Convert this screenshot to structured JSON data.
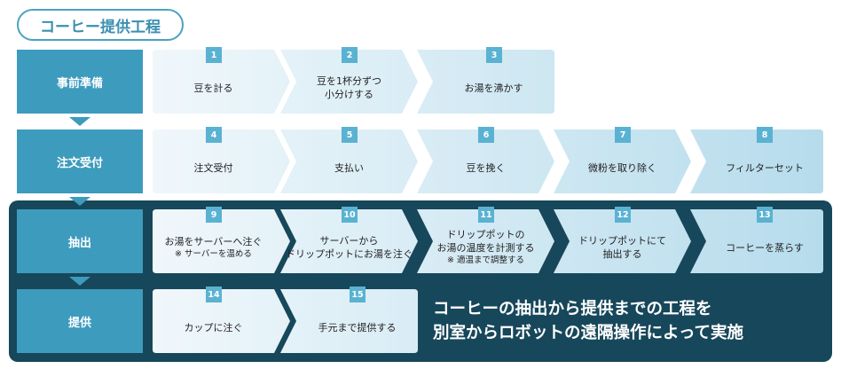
{
  "title": "コーヒー提供工程",
  "message": {
    "line1": "コーヒーの抽出から提供までの工程を",
    "line2": "別室からロボットの遠隔操作によって実施"
  },
  "colors": {
    "label_bg": "#3d9bbd",
    "badge_bg": "#5ab2d2",
    "dark_panel": "#17475a",
    "arrow_light": "#f0f7fb",
    "arrow_dark": "#b6dcec"
  },
  "phases": [
    {
      "label": "事前準備",
      "steps": [
        {
          "num": "1",
          "lines": [
            "豆を計る"
          ]
        },
        {
          "num": "2",
          "lines": [
            "豆を1杯分ずつ",
            "小分けする"
          ]
        },
        {
          "num": "3",
          "lines": [
            "お湯を沸かす"
          ]
        }
      ]
    },
    {
      "label": "注文受付",
      "steps": [
        {
          "num": "4",
          "lines": [
            "注文受付"
          ]
        },
        {
          "num": "5",
          "lines": [
            "支払い"
          ]
        },
        {
          "num": "6",
          "lines": [
            "豆を挽く"
          ]
        },
        {
          "num": "7",
          "lines": [
            "微粉を取り除く"
          ]
        },
        {
          "num": "8",
          "lines": [
            "フィルターセット"
          ]
        }
      ]
    },
    {
      "label": "抽出",
      "steps": [
        {
          "num": "9",
          "lines": [
            "お湯をサーバーへ注ぐ"
          ],
          "note": "※ サーバーを温める"
        },
        {
          "num": "10",
          "lines": [
            "サーバーから",
            "ドリップポットにお湯を注ぐ"
          ]
        },
        {
          "num": "11",
          "lines": [
            "ドリップポットの",
            "お湯の温度を計測する"
          ],
          "note": "※ 適温まで調整する"
        },
        {
          "num": "12",
          "lines": [
            "ドリップポットにて",
            "抽出する"
          ]
        },
        {
          "num": "13",
          "lines": [
            "コーヒーを蒸らす"
          ]
        }
      ]
    },
    {
      "label": "提供",
      "steps": [
        {
          "num": "14",
          "lines": [
            "カップに注ぐ"
          ]
        },
        {
          "num": "15",
          "lines": [
            "手元まで提供する"
          ]
        }
      ]
    }
  ]
}
